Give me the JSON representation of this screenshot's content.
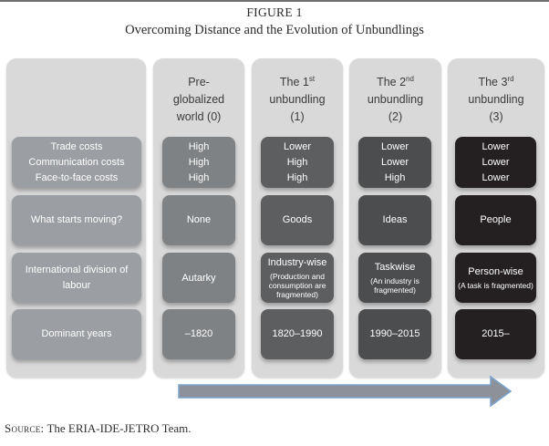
{
  "figure": {
    "label": "FIGURE 1",
    "caption": "Overcoming Distance and the Evolution of Unbundlings"
  },
  "label_column": {
    "rows": [
      {
        "lines": [
          "Trade costs",
          "Communication costs",
          "Face-to-face costs"
        ]
      },
      {
        "lines": [
          "What starts moving?"
        ]
      },
      {
        "lines": [
          "International division of labour"
        ]
      },
      {
        "lines": [
          "Dominant years"
        ]
      }
    ]
  },
  "columns": [
    {
      "key": "pre-globalized-world",
      "header": {
        "l1": "Pre-",
        "sup": "",
        "l2": "globalized",
        "l3": "world (0)"
      },
      "costs": [
        "High",
        "High",
        "High"
      ],
      "moving": "None",
      "division": {
        "title": "Autarky",
        "sub": ""
      },
      "years": "–1820"
    },
    {
      "key": "first-unbundling",
      "header": {
        "l1": "The 1",
        "sup": "st",
        "l2": "unbundling",
        "l3": "(1)"
      },
      "costs": [
        "Lower",
        "High",
        "High"
      ],
      "moving": "Goods",
      "division": {
        "title": "Industry-wise",
        "sub": "(Production and consumption are fragmented)"
      },
      "years": "1820–1990"
    },
    {
      "key": "second-unbundling",
      "header": {
        "l1": "The 2",
        "sup": "nd",
        "l2": "unbundling",
        "l3": "(2)"
      },
      "costs": [
        "Lower",
        "Lower",
        "High"
      ],
      "moving": "Ideas",
      "division": {
        "title": "Taskwise",
        "sub": "(An industry is fragmented)"
      },
      "years": "1990–2015"
    },
    {
      "key": "third-unbundling",
      "header": {
        "l1": "The 3",
        "sup": "rd",
        "l2": "unbundling",
        "l3": "(3)"
      },
      "costs": [
        "Lower",
        "Lower",
        "Lower"
      ],
      "moving": "People",
      "division": {
        "title": "Person-wise",
        "sub": "(A task is fragmented)"
      },
      "years": "2015–"
    }
  ],
  "source": {
    "label": "Source:",
    "text": "The ERIA-IDE-JETRO Team."
  },
  "colors": {
    "column_background": "#d9d9d9",
    "label_box": "#9b9ea2",
    "col_pre_box": "#7f8284",
    "col_first_box": "#5c5e60",
    "col_second_box": "#4b4d4f",
    "col_third_box": "#242021",
    "arrow_fill": "#8d929a",
    "arrow_stroke": "#7ba3cf",
    "top_rule": "#6f6f6f"
  }
}
